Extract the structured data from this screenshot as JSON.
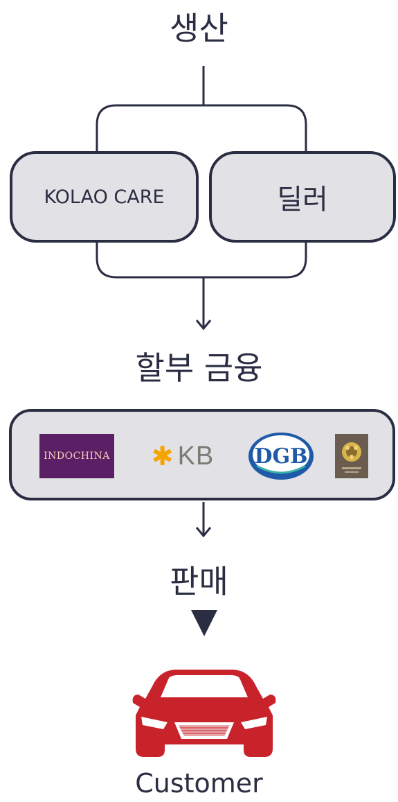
{
  "diagram": {
    "top_heading": "생산",
    "nodes": {
      "kolao": "KOLAO CARE",
      "dealer": "딜러"
    },
    "finance_heading": "할부 금융",
    "finance_logos": {
      "indochina": "INDOCHINA",
      "kb": "KB",
      "dgb": "DGB"
    },
    "sales_heading": "판매",
    "customer_label": "Customer"
  },
  "colors": {
    "ink": "#2b2d42",
    "node_fill": "#e2e2e6",
    "car_red": "#c8222a",
    "kb_gold": "#f5a400",
    "dgb_blue": "#1e5aa8"
  },
  "icons": {
    "car": "car-front-icon",
    "triangle": "triangle-down-icon",
    "arrow": "arrow-down-icon"
  }
}
